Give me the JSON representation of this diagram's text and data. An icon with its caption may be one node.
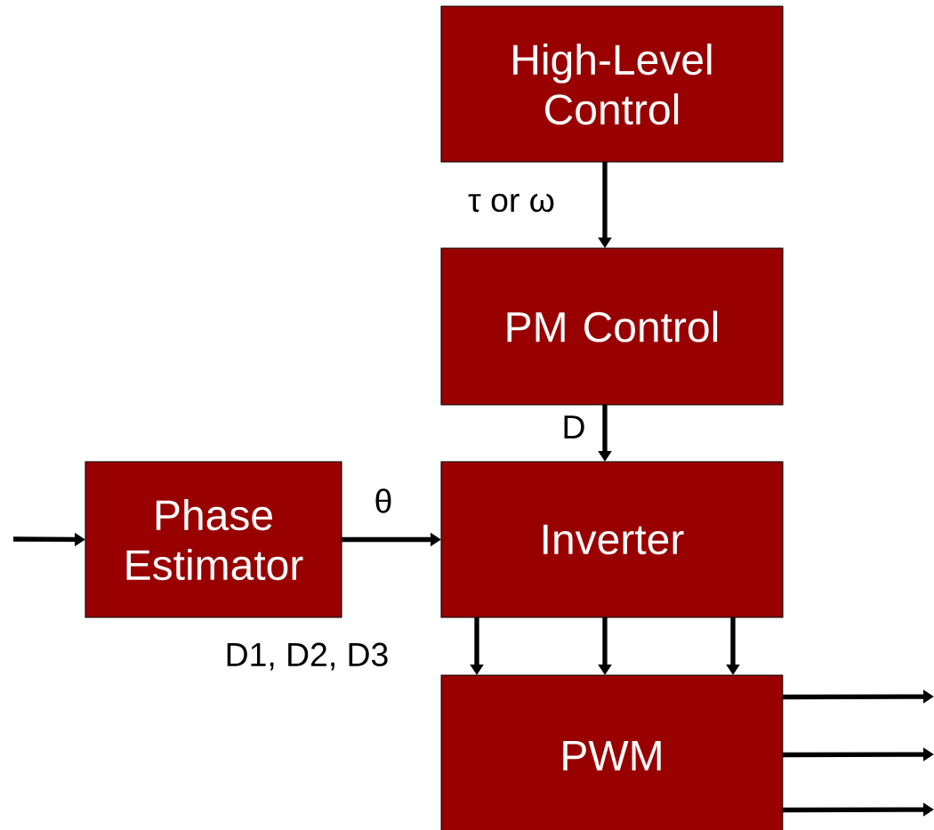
{
  "diagram": {
    "nodes": [
      {
        "text": [
          "High-Level Control"
        ]
      },
      {
        "text": [
          "PM Control"
        ]
      },
      {
        "text": [
          "Phase Estimator"
        ]
      },
      {
        "text": [
          "Inverter"
        ]
      },
      {
        "text": [
          "PWM"
        ]
      }
    ],
    "edges": [
      {
        "from": 0,
        "to": 1,
        "arrow": "to",
        "label": "τ or ω"
      },
      {
        "from": 1,
        "to": 3,
        "arrow": "to",
        "label": "D"
      },
      {
        "from": null,
        "to": 2,
        "arrow": "to"
      },
      {
        "from": 2,
        "to": 3,
        "arrow": "to",
        "label": "θ"
      },
      {
        "from": 3,
        "to": 4,
        "arrow": "to",
        "label": "D1, D2, D3"
      },
      {
        "from": 3,
        "to": 4,
        "arrow": "to"
      },
      {
        "from": 3,
        "to": 4,
        "arrow": "to"
      },
      {
        "from": 4,
        "to": null,
        "arrow": "to"
      },
      {
        "from": 4,
        "to": null,
        "arrow": "to"
      },
      {
        "from": 4,
        "to": null,
        "arrow": "to"
      }
    ]
  }
}
